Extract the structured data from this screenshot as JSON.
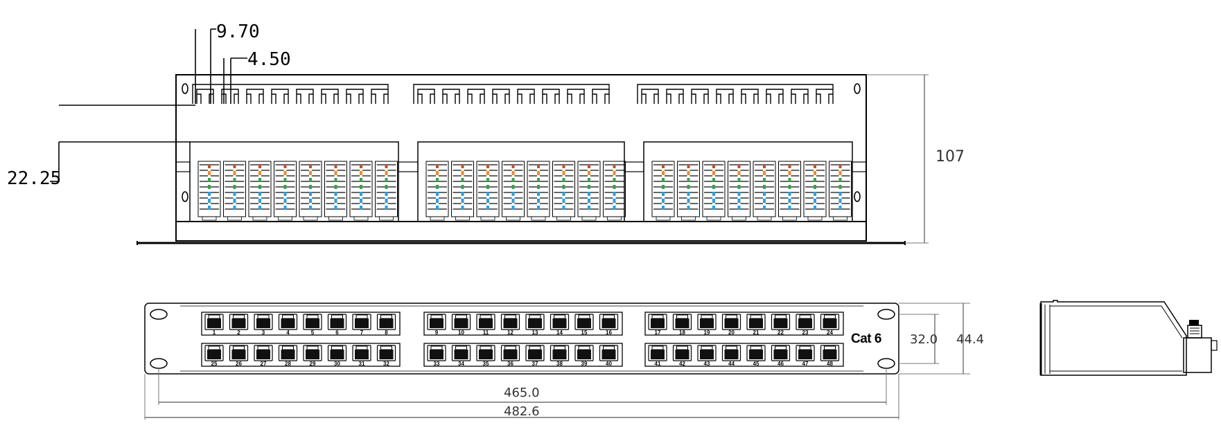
{
  "top_view": {
    "dim_pitch": "9.70",
    "dim_gap": "4.50",
    "dim_depth": "22.25",
    "dim_height": "107"
  },
  "front_view": {
    "label": "Cat 6",
    "dim_row_spacing": "32.0",
    "dim_panel_height": "44.4",
    "dim_mount_span": "465.0",
    "dim_overall_width": "482.6",
    "top_row_ports": [
      "1",
      "2",
      "3",
      "4",
      "5",
      "6",
      "7",
      "8",
      "9",
      "10",
      "11",
      "12",
      "13",
      "14",
      "15",
      "16",
      "17",
      "18",
      "19",
      "20",
      "21",
      "22",
      "23",
      "24"
    ],
    "bottom_row_ports": [
      "25",
      "26",
      "27",
      "28",
      "29",
      "30",
      "31",
      "32",
      "33",
      "34",
      "35",
      "36",
      "37",
      "38",
      "39",
      "40",
      "41",
      "42",
      "43",
      "44",
      "45",
      "46",
      "47",
      "48"
    ]
  },
  "colors": {
    "line": "#000000",
    "wire_brown": "#b0573a",
    "wire_orange": "#f08a2c",
    "wire_green": "#3aa04a",
    "wire_blue": "#2b9fe0",
    "dim_line": "#555555"
  }
}
